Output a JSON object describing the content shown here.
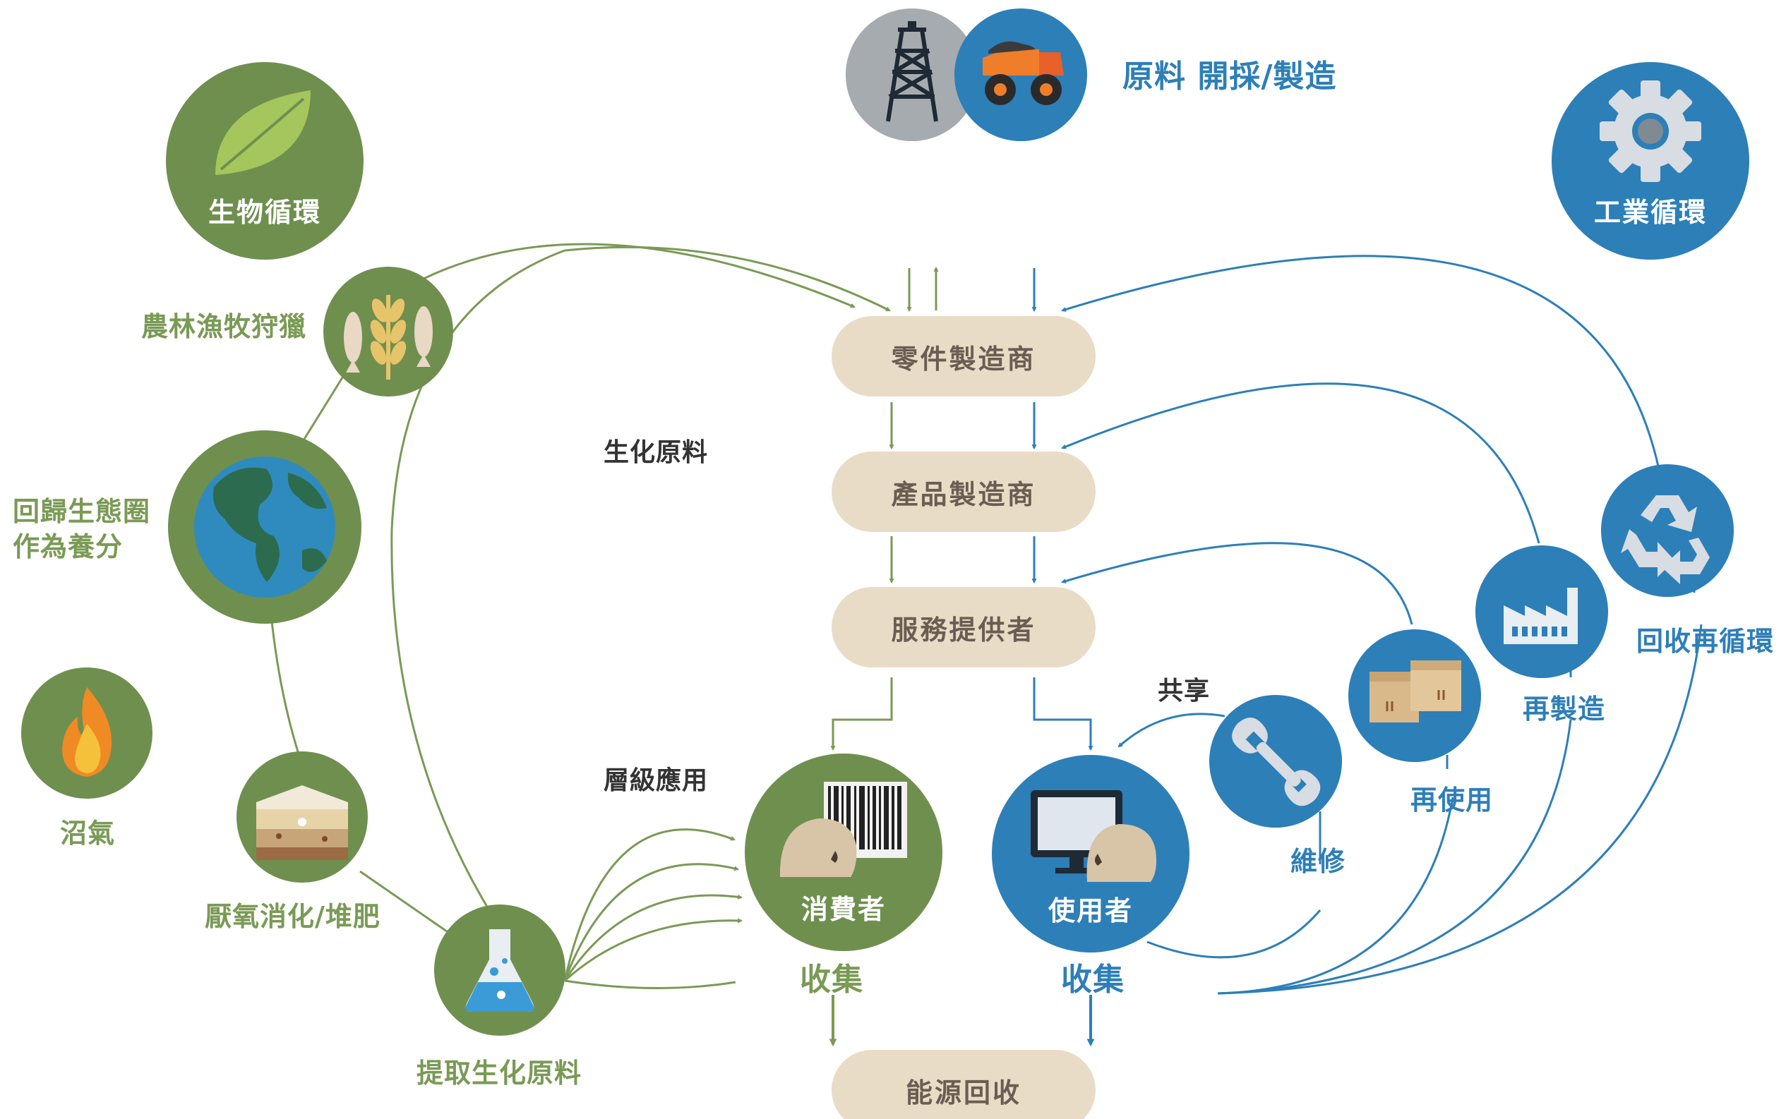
{
  "colors": {
    "green": "#7a9a55",
    "green_dark": "#6f8f4f",
    "blue": "#2d7fb8",
    "pill": "#e9dcc6",
    "pill_text": "#6b5d52",
    "grey": "#a6abb0"
  },
  "icons": {
    "leaf": "leaf-icon",
    "gear": "gear-icon",
    "oil_rig": "oil-rig-icon",
    "mining_truck": "mining-truck-icon",
    "wheat_fish": "wheat-fish-icon",
    "earth": "earth-icon",
    "fire": "fire-icon",
    "soil": "soil-layers-icon",
    "flask": "flask-icon",
    "consumer": "consumer-barcode-icon",
    "user": "user-computer-icon",
    "wrench": "wrench-icon",
    "boxes": "boxes-icon",
    "factory": "factory-icon",
    "recycle": "recycle-icon"
  },
  "cycles": {
    "biological": "生物循環",
    "industrial": "工業循環"
  },
  "raw_material": "原料 開採/製造",
  "chain": {
    "parts": "零件製造商",
    "product": "產品製造商",
    "service": "服務提供者",
    "energy": "能源回收"
  },
  "biological": {
    "farming": "農林漁牧狩獵",
    "return_line1": "回歸生態圈",
    "return_line2": "作為養分",
    "biogas": "沼氣",
    "anaerobic": "厭氧消化/堆肥",
    "extract": "提取生化原料",
    "biochem": "生化原料",
    "cascade": "層級應用"
  },
  "consumer": {
    "label": "消費者",
    "collect": "收集"
  },
  "user": {
    "label": "使用者",
    "collect": "收集"
  },
  "technical": {
    "share": "共享",
    "maintain": "維修",
    "reuse": "再使用",
    "remanufacture": "再製造",
    "recycle": "回收再循環"
  }
}
